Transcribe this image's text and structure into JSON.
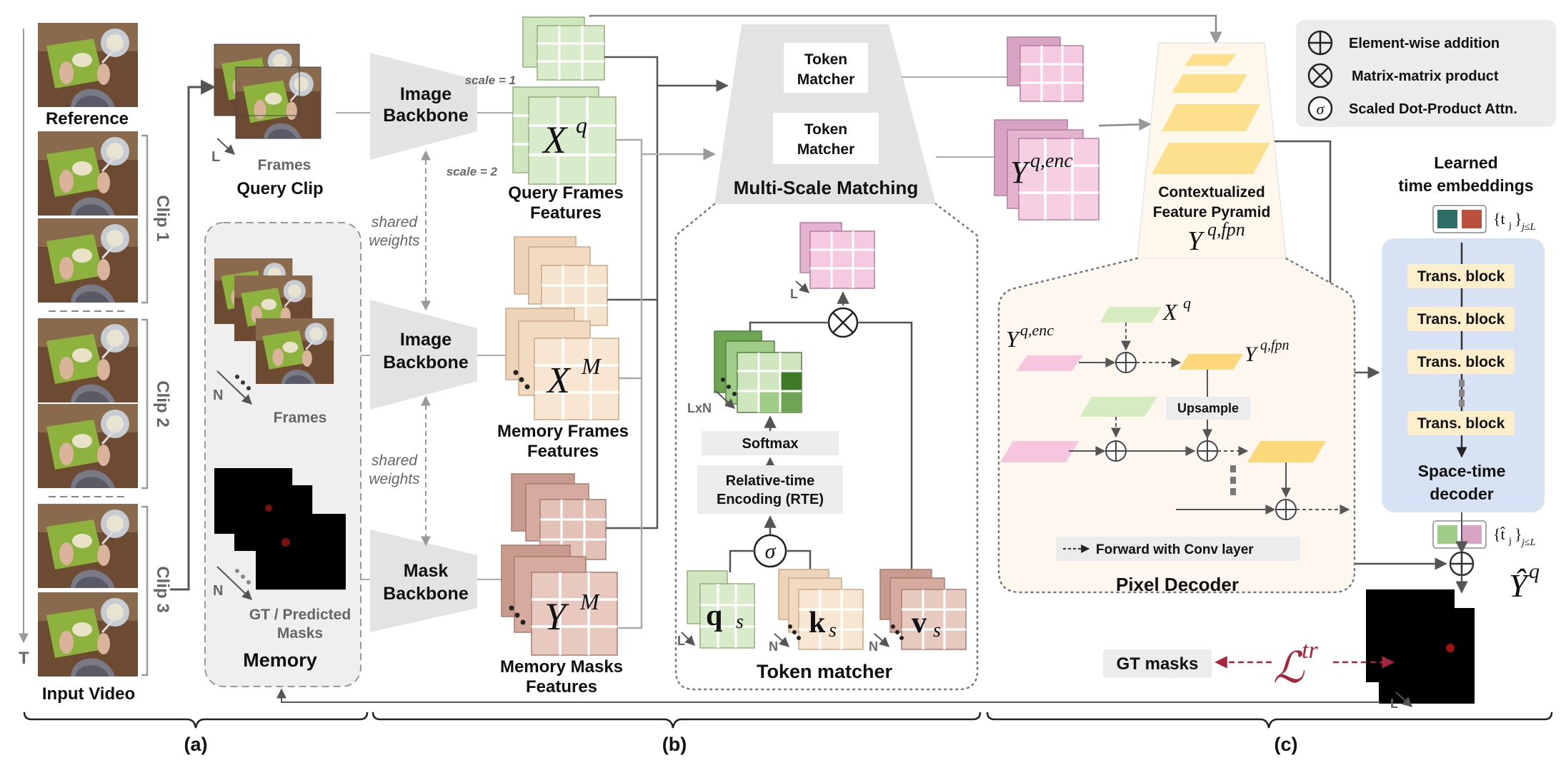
{
  "input_video": {
    "reference_label": "Reference",
    "clip_labels": [
      "Clip 1",
      "Clip 2",
      "Clip 3"
    ],
    "time_axis_label": "T",
    "caption": "Input Video"
  },
  "query": {
    "frames_label": "Frames",
    "l_label": "L",
    "caption": "Query Clip"
  },
  "memory": {
    "frames_label": "Frames",
    "n_label": "N",
    "masks_label_1": "GT / Predicted",
    "masks_label_2": "Masks",
    "title": "Memory"
  },
  "backbones": {
    "image_1": "Image",
    "image_2": "Backbone",
    "mask_1": "Mask",
    "mask_2": "Backbone",
    "shared_1": "shared",
    "shared_2": "weights"
  },
  "features": {
    "scale1": "scale = 1",
    "scale2": "scale = 2",
    "xq_base": "X",
    "xq_sup": "q",
    "xm_base": "X",
    "xm_sup": "M",
    "ym_base": "Y",
    "ym_sup": "M",
    "query_cap_1": "Query Frames",
    "query_cap_2": "Features",
    "mem_cap_1": "Memory Frames",
    "mem_cap_2": "Features",
    "mask_cap_1": "Memory Masks",
    "mask_cap_2": "Features"
  },
  "matching": {
    "tm_1": "Token",
    "tm_2": "Matcher",
    "title": "Multi-Scale Matching",
    "yenc_base": "Y",
    "yenc_sup": "q,enc"
  },
  "token_matcher": {
    "softmax": "Softmax",
    "rte_1": "Relative-time",
    "rte_2": "Encoding (RTE)",
    "sigma": "σ",
    "lxn": "LxN",
    "q_base": "q",
    "k_base": "k",
    "v_base": "v",
    "sub": "s",
    "l_label": "L",
    "n_label": "N",
    "title": "Token matcher"
  },
  "fpn": {
    "caption_1": "Contextualized",
    "caption_2": "Feature Pyramid",
    "y_base": "Y",
    "y_sup": "q,fpn"
  },
  "legend": {
    "add": "Element-wise addition",
    "mul": "Matrix-matrix product",
    "attn": "Scaled Dot-Product Attn.",
    "sigma": "σ"
  },
  "decoder": {
    "time_emb_1": "Learned",
    "time_emb_2": "time embeddings",
    "t_set": "{t",
    "t_set_sub": "j",
    "t_set_close": "}",
    "t_set_range": "j≤L",
    "t_hat_set": "{t̂",
    "block": "Trans. block",
    "title_1": "Space-time",
    "title_2": "decoder",
    "yhat_base": "Ŷ",
    "yhat_sup": "q",
    "l_label": "L"
  },
  "pixel_decoder": {
    "yenc_base": "Y",
    "yenc_sup": "q,enc",
    "xq_base": "X",
    "xq_sup": "q",
    "yfpn_base": "Y",
    "yfpn_sup": "q,fpn",
    "upsample": "Upsample",
    "legend": "Forward with Conv layer",
    "title": "Pixel Decoder"
  },
  "loss": {
    "gt": "GT masks",
    "base": "ℒ",
    "sup": "tr"
  },
  "sections": [
    "(a)",
    "(b)",
    "(c)"
  ],
  "colors": {
    "green": "#cfe6bf",
    "peach": "#f5dcc0",
    "brown": "#dcaaa0",
    "pink": "#f4c4dc",
    "yellow": "#fde08d",
    "blue_panel": "#d7e3f5",
    "loss_red": "#a8243c"
  }
}
